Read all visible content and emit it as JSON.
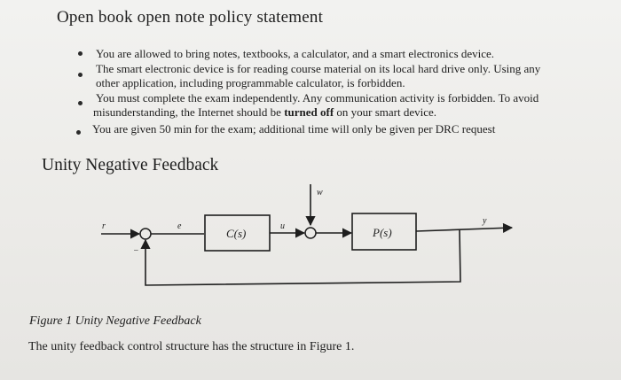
{
  "title": "Open book open note policy statement",
  "bullets": [
    {
      "lines": [
        "You are allowed to bring notes, textbooks, a calculator, and a smart electronics device."
      ]
    },
    {
      "lines": [
        "The smart electronic device is for reading course material on its local hard drive only. Using any",
        "other application, including programmable calculator, is forbidden."
      ]
    },
    {
      "lines": [
        "You must complete the exam independently. Any communication activity is forbidden. To avoid",
        "misunderstanding, the Internet should be ",
        "turned off",
        " on your smart device."
      ]
    },
    {
      "lines": [
        "You are given 50 min for the exam; additional time will only be given per DRC request"
      ]
    }
  ],
  "section_title": "Unity Negative Feedback",
  "diagram": {
    "blocks": [
      "C(s)",
      "P(s)"
    ],
    "signals": {
      "input": "r",
      "error": "e",
      "control": "u",
      "disturbance": "w",
      "output": "y",
      "feedback_sign": "−"
    }
  },
  "figure_caption": "Figure 1 Unity Negative Feedback",
  "body_text": "The unity feedback control structure has the structure in Figure 1."
}
